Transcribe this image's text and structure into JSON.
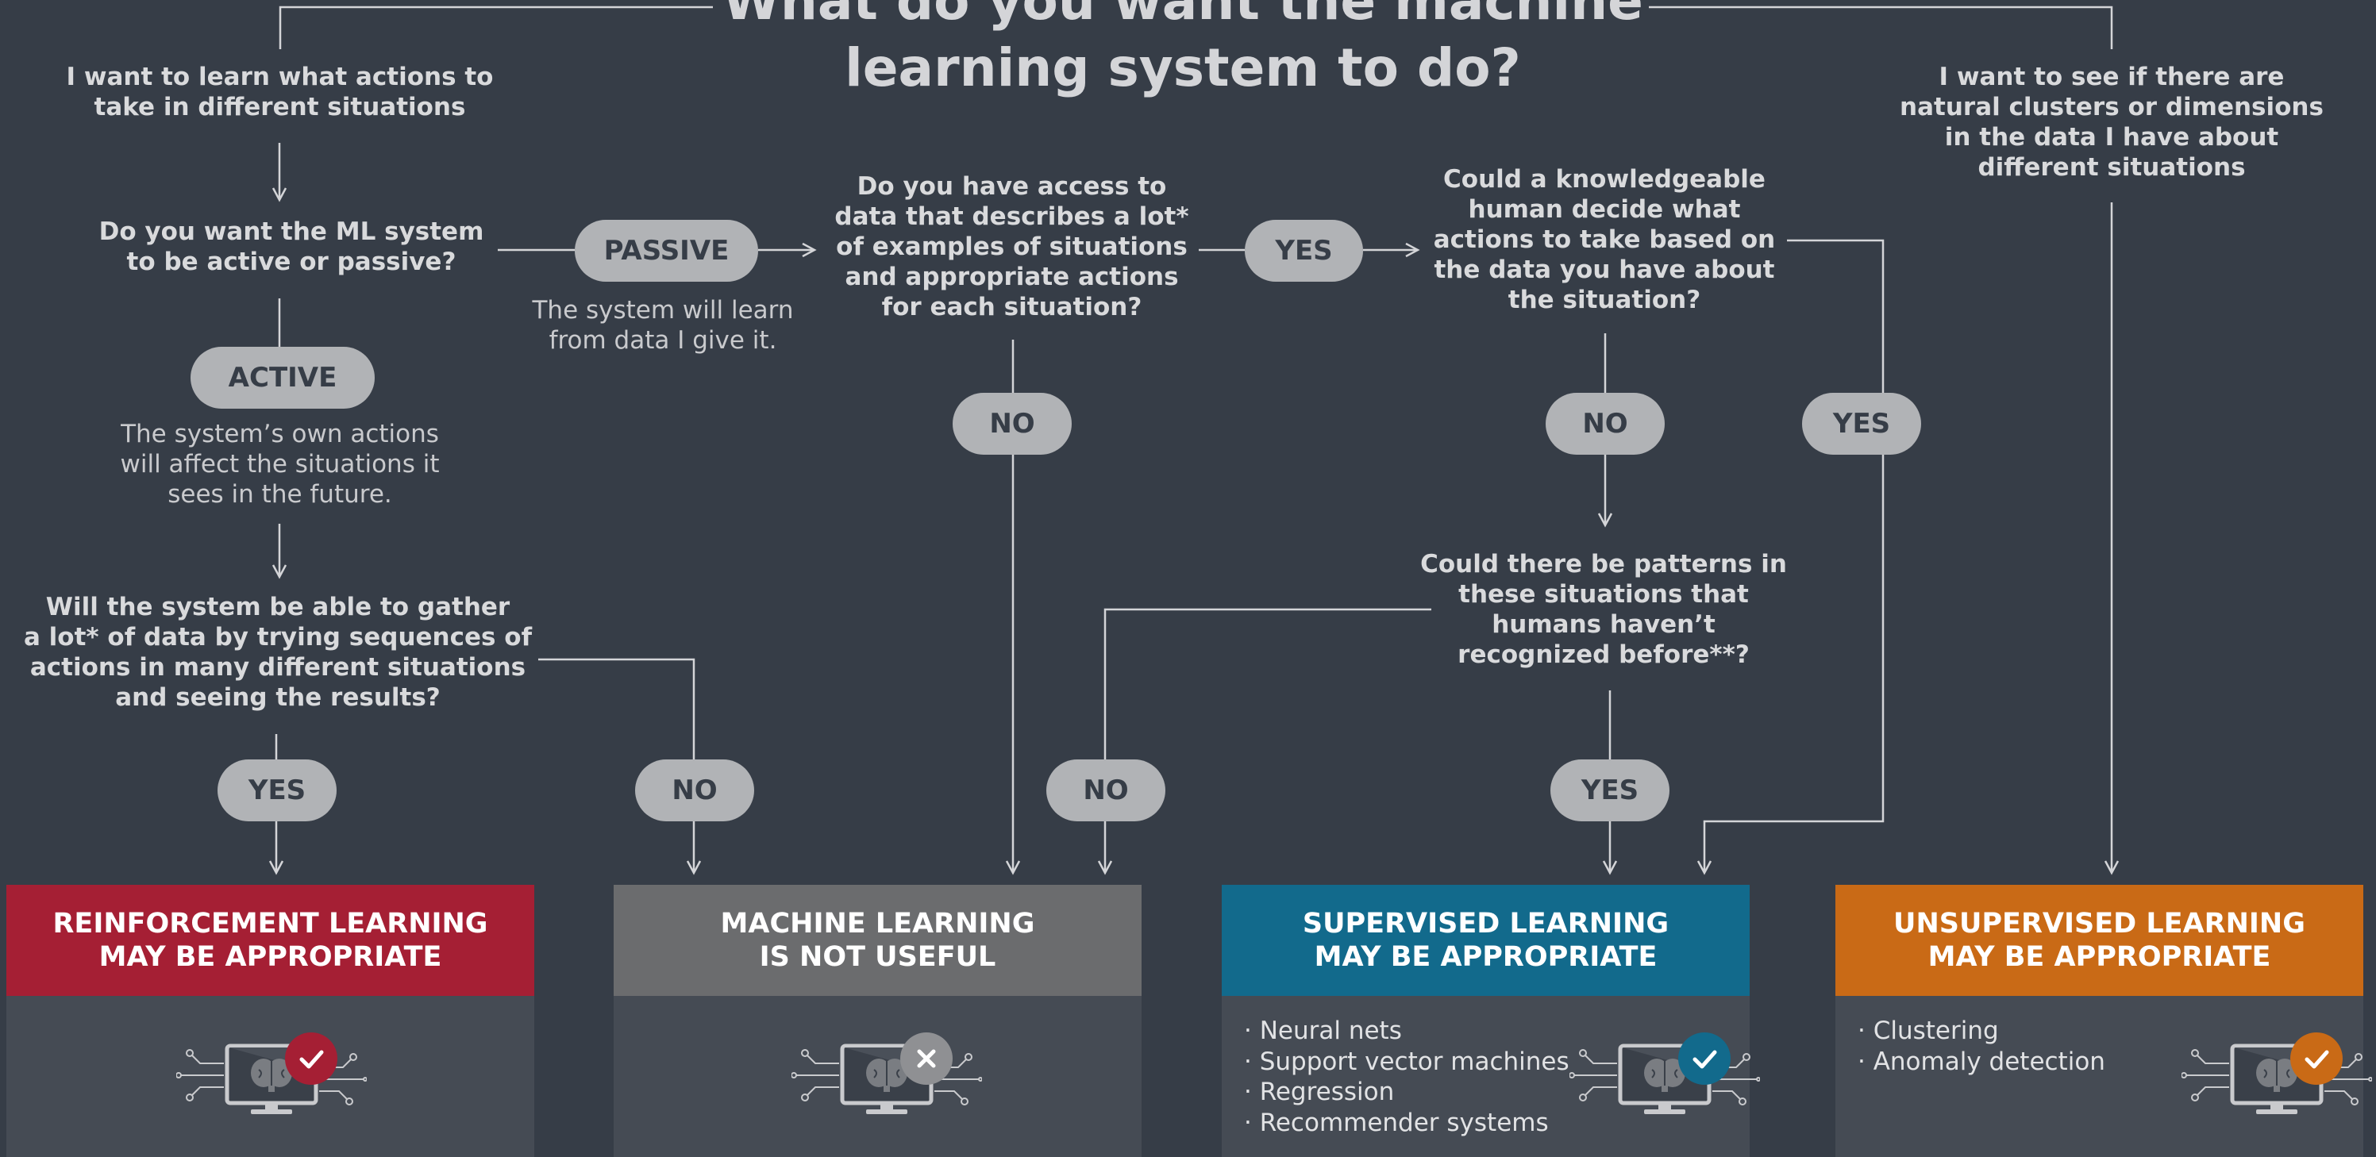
{
  "title": {
    "line1": "What do you want the machine",
    "line2": "learning system to do?"
  },
  "questions": {
    "learn_actions": [
      "I want to learn what actions to",
      "take in different situations"
    ],
    "active_passive": [
      "Do you want the ML system",
      "to be active or passive?"
    ],
    "gather_data": [
      "Will the system be able to gather",
      "a lot* of data by trying sequences of",
      "actions in many different situations",
      "and seeing the results?"
    ],
    "access_data": [
      "Do you have access to",
      "data that describes a lot*",
      "of examples of situations",
      "and appropriate actions",
      "for each situation?"
    ],
    "human_decide": [
      "Could a knowledgeable",
      "human decide what",
      "actions to take based on",
      "the data you have about",
      "the situation?"
    ],
    "patterns": [
      "Could there be patterns in",
      "these situations that",
      "humans haven’t",
      "recognized before**?"
    ],
    "clusters": [
      "I want to see if there are",
      "natural clusters or dimensions",
      "in the data I have about",
      "different situations"
    ]
  },
  "notes": {
    "passive": [
      "The system will learn",
      "from data I give it."
    ],
    "active": [
      "The system’s own actions",
      "will affect the situations it",
      "sees in the future."
    ]
  },
  "pills": {
    "passive": "PASSIVE",
    "active": "ACTIVE",
    "yes_access": "YES",
    "no_access": "NO",
    "no_human": "NO",
    "yes_human": "YES",
    "yes_gather": "YES",
    "no_gather": "NO",
    "no_patterns": "NO",
    "yes_patterns": "YES"
  },
  "cards": [
    {
      "line1": "REINFORCEMENT LEARNING",
      "line2": "MAY BE APPROPRIATE",
      "color": "#a51f34",
      "badge": "check",
      "badge_color": "#a51f34",
      "items": []
    },
    {
      "line1": "MACHINE LEARNING",
      "line2": "IS NOT USEFUL",
      "color": "#6b6c6e",
      "badge": "x",
      "badge_color": "#8f9093",
      "items": []
    },
    {
      "line1": "SUPERVISED LEARNING",
      "line2": "MAY BE APPROPRIATE",
      "color": "#126a8c",
      "badge": "check",
      "badge_color": "#126a8c",
      "items": [
        "· Neural nets",
        "· Support vector machines",
        "· Regression",
        "· Recommender systems"
      ]
    },
    {
      "line1": "UNSUPERVISED LEARNING",
      "line2": "MAY BE APPROPRIATE",
      "color": "#c96a16",
      "badge": "check",
      "badge_color": "#c96a16",
      "items": [
        "· Clustering",
        "· Anomaly detection"
      ]
    }
  ],
  "colors": {
    "background": "#363d47",
    "line": "#d4d5d8",
    "pill": "#b1b3b6",
    "card_body": "#454b54"
  }
}
